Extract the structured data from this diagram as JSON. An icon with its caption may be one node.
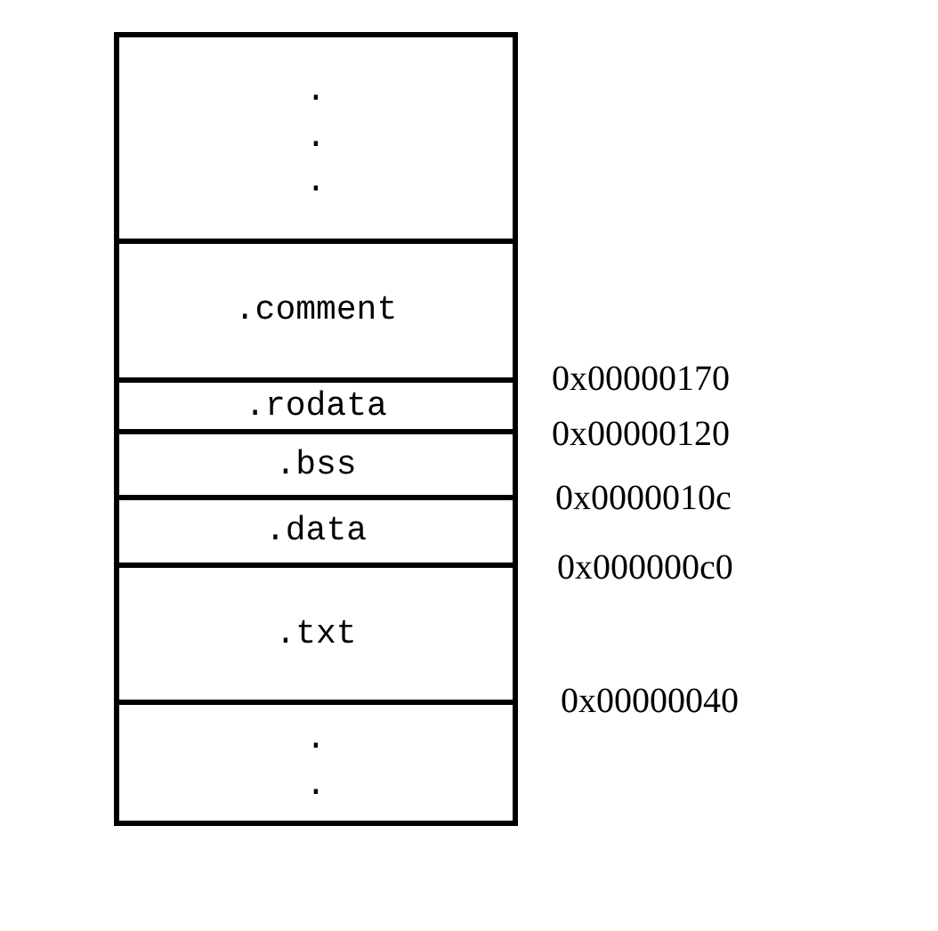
{
  "diagram": {
    "nodes": [
      {
        "text": [
          ". . ."
        ]
      },
      {
        "text": [
          ".comment"
        ]
      },
      {
        "text": [
          ".rodata"
        ]
      },
      {
        "text": [
          ".bss"
        ]
      },
      {
        "text": [
          ".data"
        ]
      },
      {
        "text": [
          ".txt"
        ]
      },
      {
        "text": [
          ". ."
        ]
      }
    ],
    "labels": [
      "0x00000170",
      "0x00000120",
      "0x0000010c",
      "0x000000c0",
      "0x00000040"
    ]
  }
}
